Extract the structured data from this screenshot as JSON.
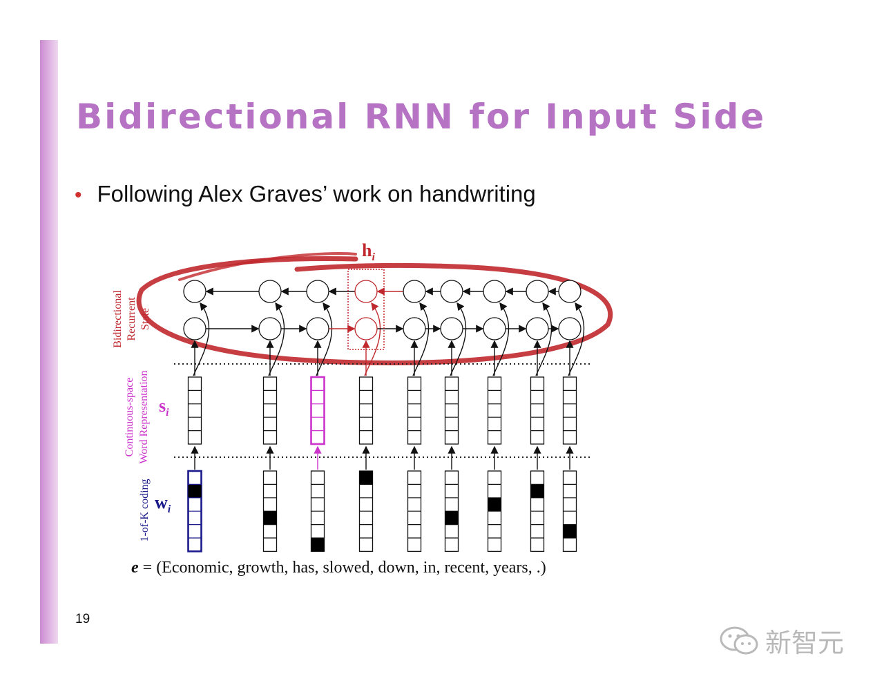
{
  "slide": {
    "title": "Bidirectional RNN for Input Side",
    "bullet": "Following Alex Graves’ work on handwriting",
    "page_number": "19",
    "watermark": "新智元"
  },
  "diagram": {
    "labels": {
      "state": [
        "Bidirectional",
        "Recurrent",
        "State"
      ],
      "word_rep": [
        "Continuous-space",
        "Word Representation"
      ],
      "coding": "1-of-K coding",
      "h": "h",
      "s": "s",
      "w": "w",
      "subscript": "i",
      "sentence_var": "e",
      "sentence": " = (Economic, growth, has, slowed, down, in, recent, years, .)"
    },
    "columns": [
      {
        "word": "Economic",
        "hot": 1
      },
      {
        "word": "growth",
        "hot": 3
      },
      {
        "word": "has",
        "hot": 5
      },
      {
        "word": "slowed",
        "hot": 0
      },
      {
        "word": "down",
        "hot": null
      },
      {
        "word": "in",
        "hot": 3
      },
      {
        "word": "recent",
        "hot": 2
      },
      {
        "word": "years",
        "hot": 1
      },
      {
        "word": ".",
        "hot": 4
      }
    ],
    "highlight_h_column": 3,
    "highlight_s_column": 2,
    "highlight_w_column": 0,
    "colors": {
      "accent_red": "#c0282d",
      "magenta": "#cc33cc",
      "navy": "#1a1a8c",
      "title_purple": "#b673c4"
    }
  }
}
